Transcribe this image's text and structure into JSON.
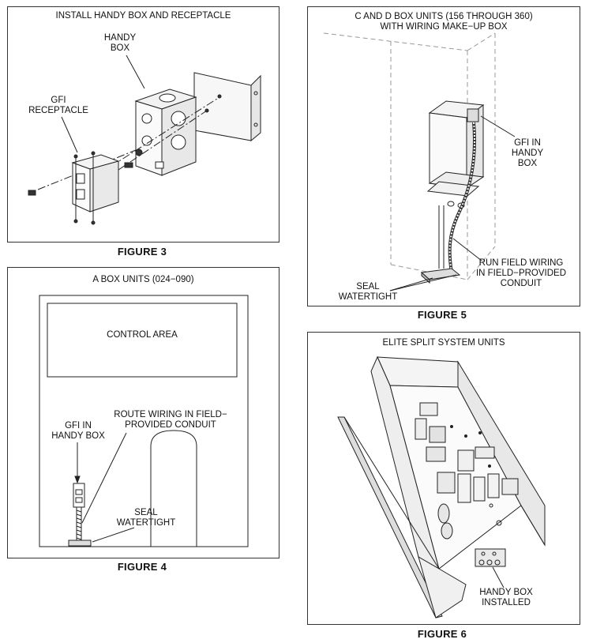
{
  "figure3": {
    "title": "INSTALL HANDY BOX AND RECEPTACLE",
    "label_handy_box": "HANDY\nBOX",
    "label_gfi": "GFI\nRECEPTACLE",
    "caption": "FIGURE 3"
  },
  "figure4": {
    "title": "A BOX UNITS (024−090)",
    "label_control_area": "CONTROL AREA",
    "label_gfi": "GFI IN\nHANDY BOX",
    "label_route": "ROUTE WIRING IN FIELD−\nPROVIDED CONDUIT",
    "label_seal": "SEAL\nWATERTIGHT",
    "caption": "FIGURE 4"
  },
  "figure5": {
    "title": "C AND D BOX UNITS (156 THROUGH 360)\nWITH WIRING MAKE−UP BOX",
    "label_gfi": "GFI IN\nHANDY\nBOX",
    "label_run": "RUN FIELD WIRING\nIN FIELD−PROVIDED\nCONDUIT",
    "label_seal": "SEAL\nWATERTIGHT",
    "caption": "FIGURE 5"
  },
  "figure6": {
    "title": "ELITE SPLIT SYSTEM UNITS",
    "label_handy_box": "HANDY BOX\nINSTALLED",
    "caption": "FIGURE 6"
  }
}
